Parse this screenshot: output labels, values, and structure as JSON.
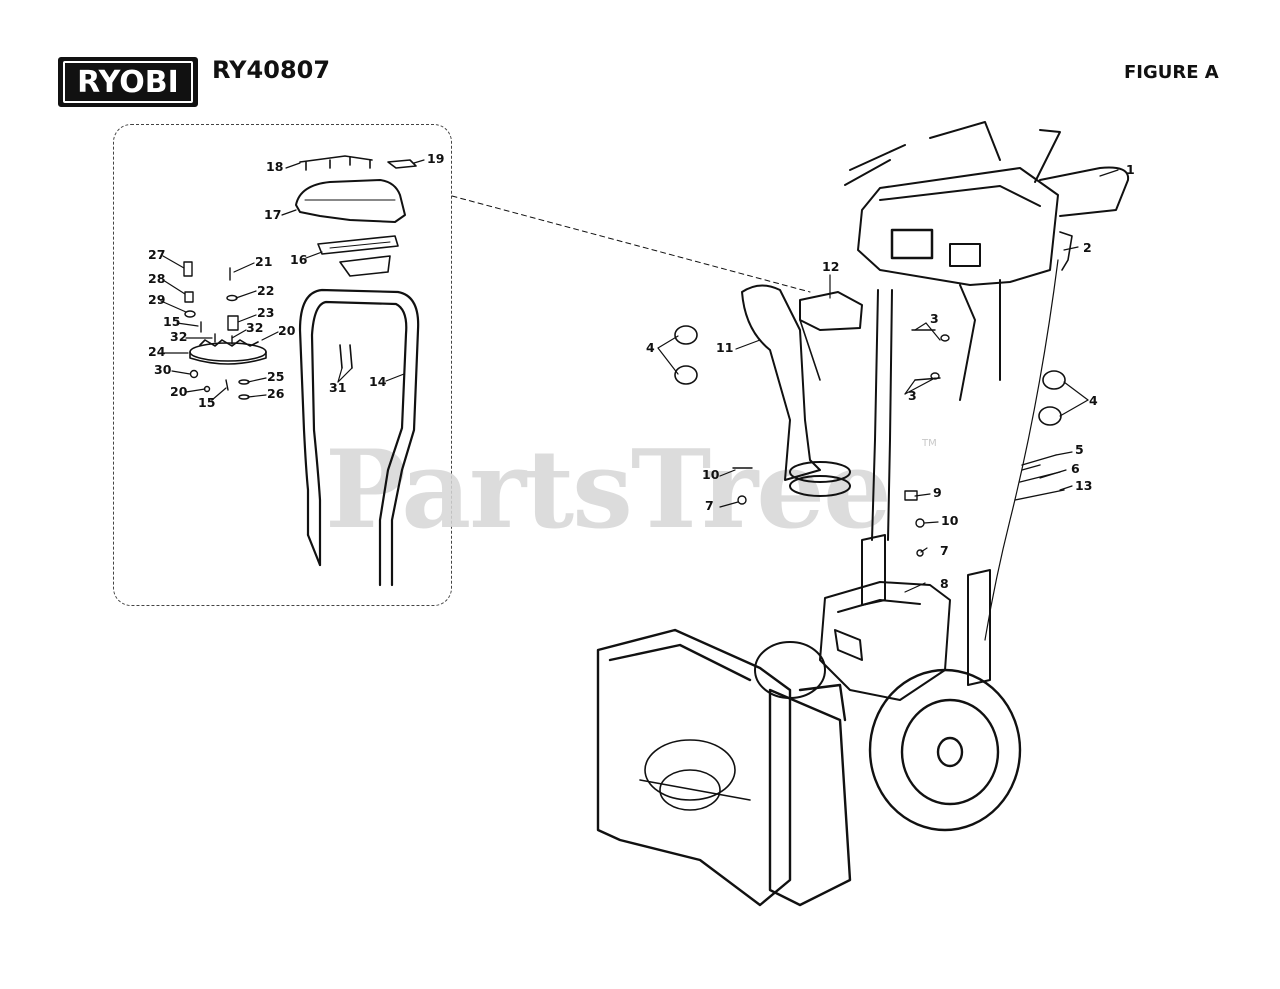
{
  "brand": {
    "logo_text": "RYOBI"
  },
  "header": {
    "model": "RY40807",
    "figure": "FIGURE A"
  },
  "watermark": {
    "text": "PartsTree",
    "trademark": "TM"
  },
  "callouts": {
    "c1": "1",
    "c2": "2",
    "c3a": "3",
    "c3b": "3",
    "c4a": "4",
    "c4b": "4",
    "c5": "5",
    "c6": "6",
    "c7a": "7",
    "c7b": "7",
    "c8": "8",
    "c9": "9",
    "c10a": "10",
    "c10b": "10",
    "c11": "11",
    "c12": "12",
    "c13": "13",
    "c14": "14",
    "c15a": "15",
    "c15b": "15",
    "c16": "16",
    "c17": "17",
    "c18": "18",
    "c19": "19",
    "c20a": "20",
    "c20b": "20",
    "c21": "21",
    "c22": "22",
    "c23": "23",
    "c24": "24",
    "c25": "25",
    "c26": "26",
    "c27": "27",
    "c28": "28",
    "c29": "29",
    "c30": "30",
    "c31": "31",
    "c32a": "32",
    "c32b": "32"
  }
}
